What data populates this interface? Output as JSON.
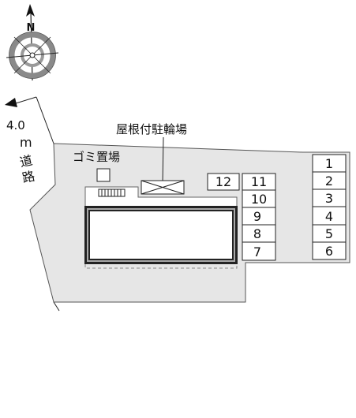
{
  "compass": {
    "north_label": "N"
  },
  "road": {
    "width": "4.0",
    "unit": "m",
    "label_1": "道",
    "label_2": "路"
  },
  "facilities": {
    "bike_parking_label": "屋根付駐輪場",
    "garbage_label": "ゴミ置場"
  },
  "parking": {
    "spots": [
      "1",
      "2",
      "3",
      "4",
      "5",
      "6",
      "7",
      "8",
      "9",
      "10",
      "11",
      "12"
    ]
  },
  "colors": {
    "lot_fill": "#e6e6e6",
    "building_outline": "#222222",
    "compass_ring": "#8a8a8a"
  }
}
